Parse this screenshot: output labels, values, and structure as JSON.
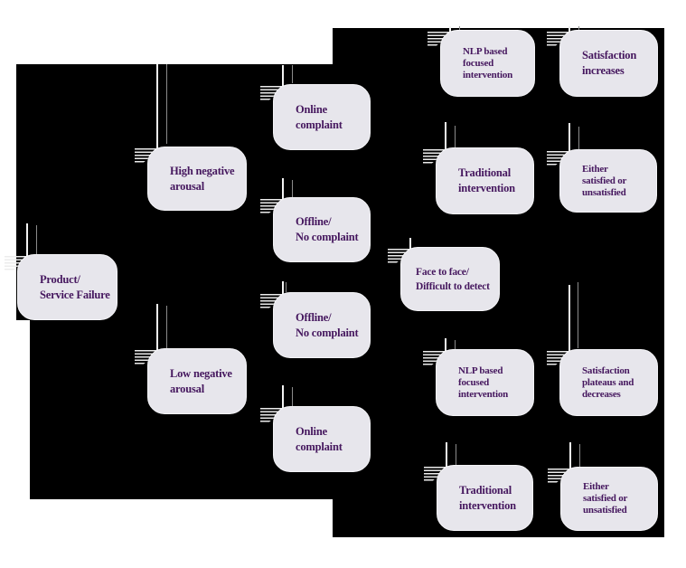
{
  "diagram": {
    "title": "",
    "nodes": [
      {
        "id": "product-service-failure",
        "label": "Product/\nService Failure"
      },
      {
        "id": "high-negative-arousal",
        "label": "High negative\narousal"
      },
      {
        "id": "low-negative-arousal",
        "label": "Low negative\narousal"
      },
      {
        "id": "online-complaint-top",
        "label": "Online\ncomplaint"
      },
      {
        "id": "offline-no-complaint-upper",
        "label": "Offline/\nNo complaint"
      },
      {
        "id": "offline-no-complaint-lower",
        "label": "Offline/\nNo complaint"
      },
      {
        "id": "online-complaint-bottom",
        "label": "Online\ncomplaint"
      },
      {
        "id": "face-to-face-difficult-to-detect",
        "label": "Face to face/\nDifficult to detect"
      },
      {
        "id": "nlp-based-focused-intervention-top",
        "label": "NLP based\nfocused\nintervention"
      },
      {
        "id": "satisfaction-increases",
        "label": "Satisfaction\nincreases"
      },
      {
        "id": "traditional-intervention-top",
        "label": "Traditional\nintervention"
      },
      {
        "id": "either-satisfied-or-unsatisfied-top",
        "label": "Either\nsatisfied or\nunsatisfied"
      },
      {
        "id": "nlp-based-focused-intervention-bottom",
        "label": "NLP based\nfocused\nintervention"
      },
      {
        "id": "satisfaction-plateaus-and-decreases",
        "label": "Satisfaction\nplateaus and\ndecreases"
      },
      {
        "id": "traditional-intervention-bottom",
        "label": "Traditional\nintervention"
      },
      {
        "id": "either-satisfied-or-unsatisfied-bottom",
        "label": "Either\nsatisfied or\nunsatisfied"
      }
    ],
    "colors": {
      "canvas_background": "#000000",
      "page_background": "#ffffff",
      "node_fill": "#e7e6ec",
      "node_border": "#f3f3f6",
      "node_text": "#45175e",
      "connector_bright": "#f2f2f2",
      "connector_dim": "#8b8b8b"
    }
  }
}
